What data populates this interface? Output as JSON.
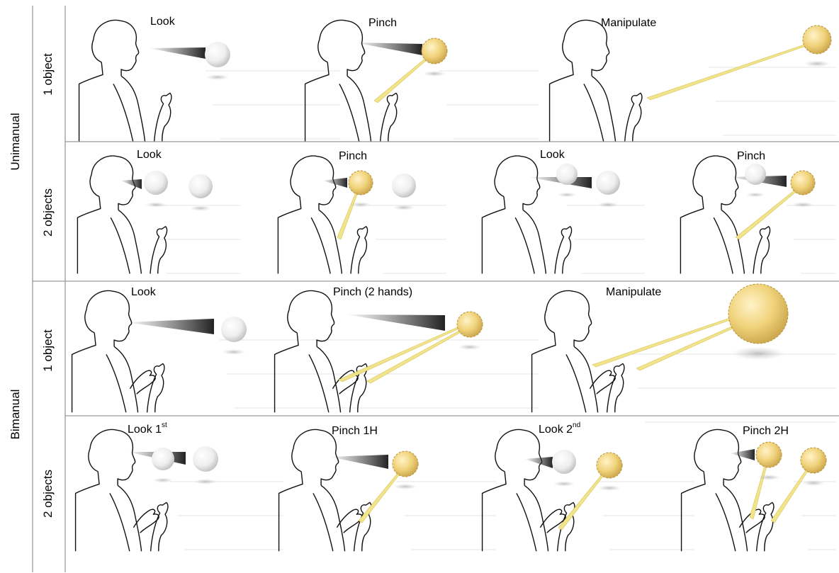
{
  "groups": {
    "unimanual": "Unimanual",
    "bimanual": "Bimanual"
  },
  "rows": {
    "r1": "1 object",
    "r2": "2 objects",
    "r3": "1 object",
    "r4": "2 objects"
  },
  "panels": {
    "r1": [
      "Look",
      "Pinch",
      "Manipulate"
    ],
    "r2": [
      "Look",
      "Pinch",
      "Look",
      "Pinch"
    ],
    "r3": [
      "Look",
      "Pinch (2 hands)",
      "Manipulate"
    ],
    "r4": [
      {
        "base": "Look 1",
        "sup": "st"
      },
      {
        "base": "Pinch 1H",
        "sup": ""
      },
      {
        "base": "Look 2",
        "sup": "nd"
      },
      {
        "base": "Pinch 2H",
        "sup": ""
      }
    ]
  },
  "colors": {
    "selected_fill": "#f0d27a",
    "selected_edge": "#b8943a",
    "unselected_fill": "#eeeeee",
    "gaze": "#444444",
    "ray": "#f2e48a",
    "divider": "#9a9a9a"
  }
}
